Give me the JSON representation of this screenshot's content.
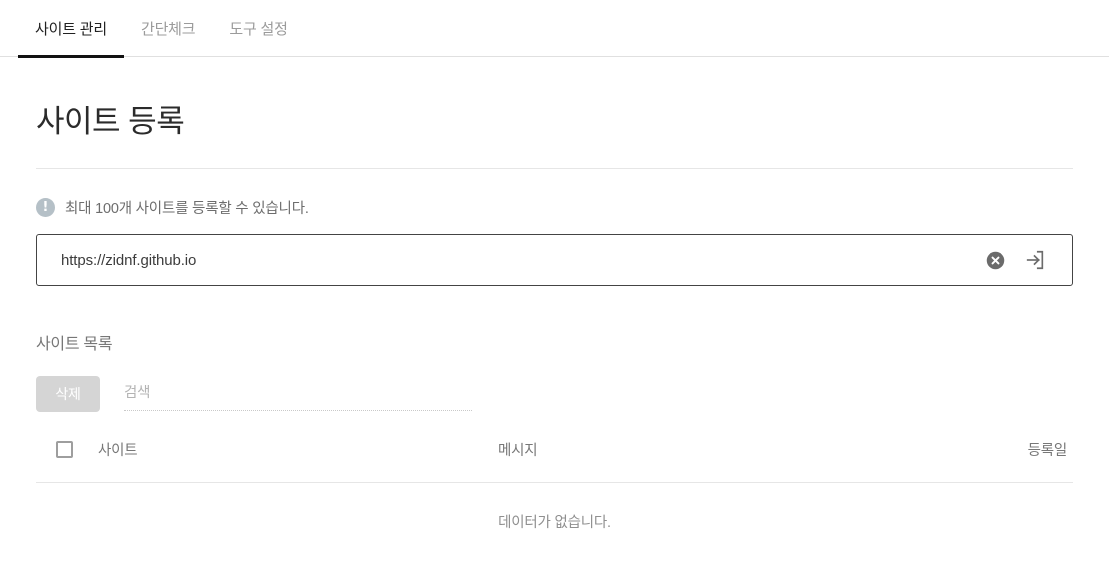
{
  "tabs": [
    {
      "label": "사이트 관리",
      "active": true
    },
    {
      "label": "간단체크",
      "active": false
    },
    {
      "label": "도구 설정",
      "active": false
    }
  ],
  "page": {
    "title": "사이트 등록"
  },
  "notice": {
    "icon": "info-exclamation-icon",
    "text": "최대 100개 사이트를 등록할 수 있습니다.",
    "icon_color": "#b5c0c7"
  },
  "url_input": {
    "value": "https://zidnf.github.io",
    "placeholder": "",
    "clear_icon": "clear-circle-x-icon",
    "submit_icon": "login-enter-arrow-icon",
    "icon_color": "#6b6b6b"
  },
  "site_list": {
    "heading": "사이트 목록",
    "delete_label": "삭제",
    "search_placeholder": "검색",
    "search_value": "",
    "columns": [
      "사이트",
      "메시지",
      "등록일"
    ],
    "select_all_checked": false,
    "rows": [],
    "empty_text": "데이터가 없습니다."
  },
  "colors": {
    "active_tab": "#212121",
    "inactive_tab": "#9b9b9b",
    "accent_underline": "#111111",
    "border": "#e6e6e6",
    "disabled_button": "#d5d5d5"
  }
}
